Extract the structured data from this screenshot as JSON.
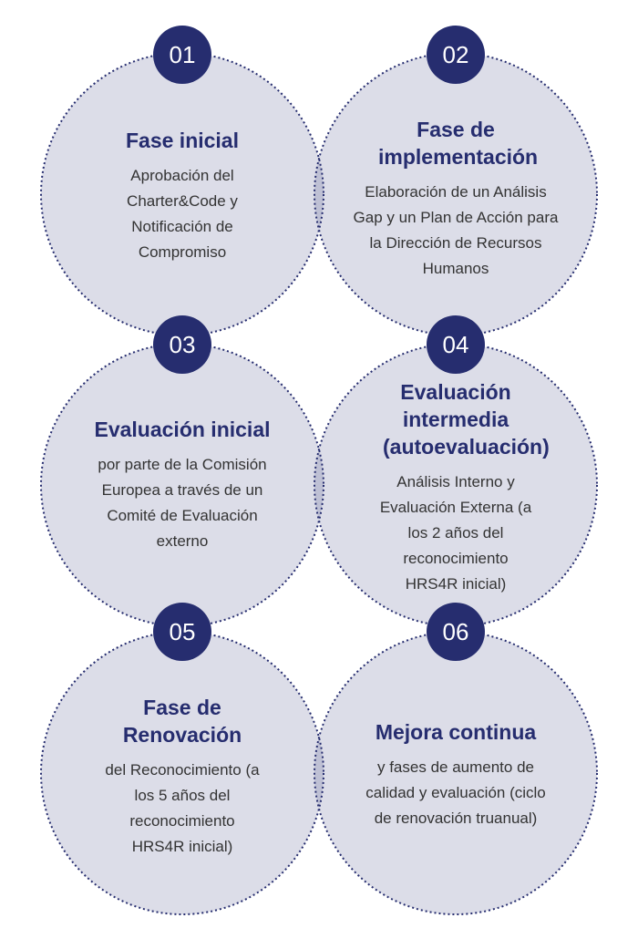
{
  "colors": {
    "accent": "#262d6f",
    "circle_fill": "#dcdfe9",
    "text": "#333333"
  },
  "phases": [
    {
      "number": "01",
      "title": "Fase inicial",
      "body": "Aprobación del Charter&Code y Notificación de Compromiso"
    },
    {
      "number": "02",
      "title": "Fase de implementación",
      "body": "Elaboración de un Análisis Gap y un Plan de Acción para la Dirección de Recursos Humanos"
    },
    {
      "number": "03",
      "title": "Evaluación inicial",
      "body": "por parte de la Comisión Europea a través de un Comité de Evaluación externo"
    },
    {
      "number": "04",
      "title": "Evaluación intermedia (autoevaluación)",
      "body": "Análisis Interno y Evaluación Externa (a los 2 años del reconocimiento HRS4R inicial)"
    },
    {
      "number": "05",
      "title": "Fase de Renovación",
      "body": "del Reconocimiento (a los 5 años del reconocimiento HRS4R inicial)"
    },
    {
      "number": "06",
      "title": "Mejora continua",
      "body": "y fases de aumento de calidad y evaluación (ciclo de renovación truanual)"
    }
  ]
}
